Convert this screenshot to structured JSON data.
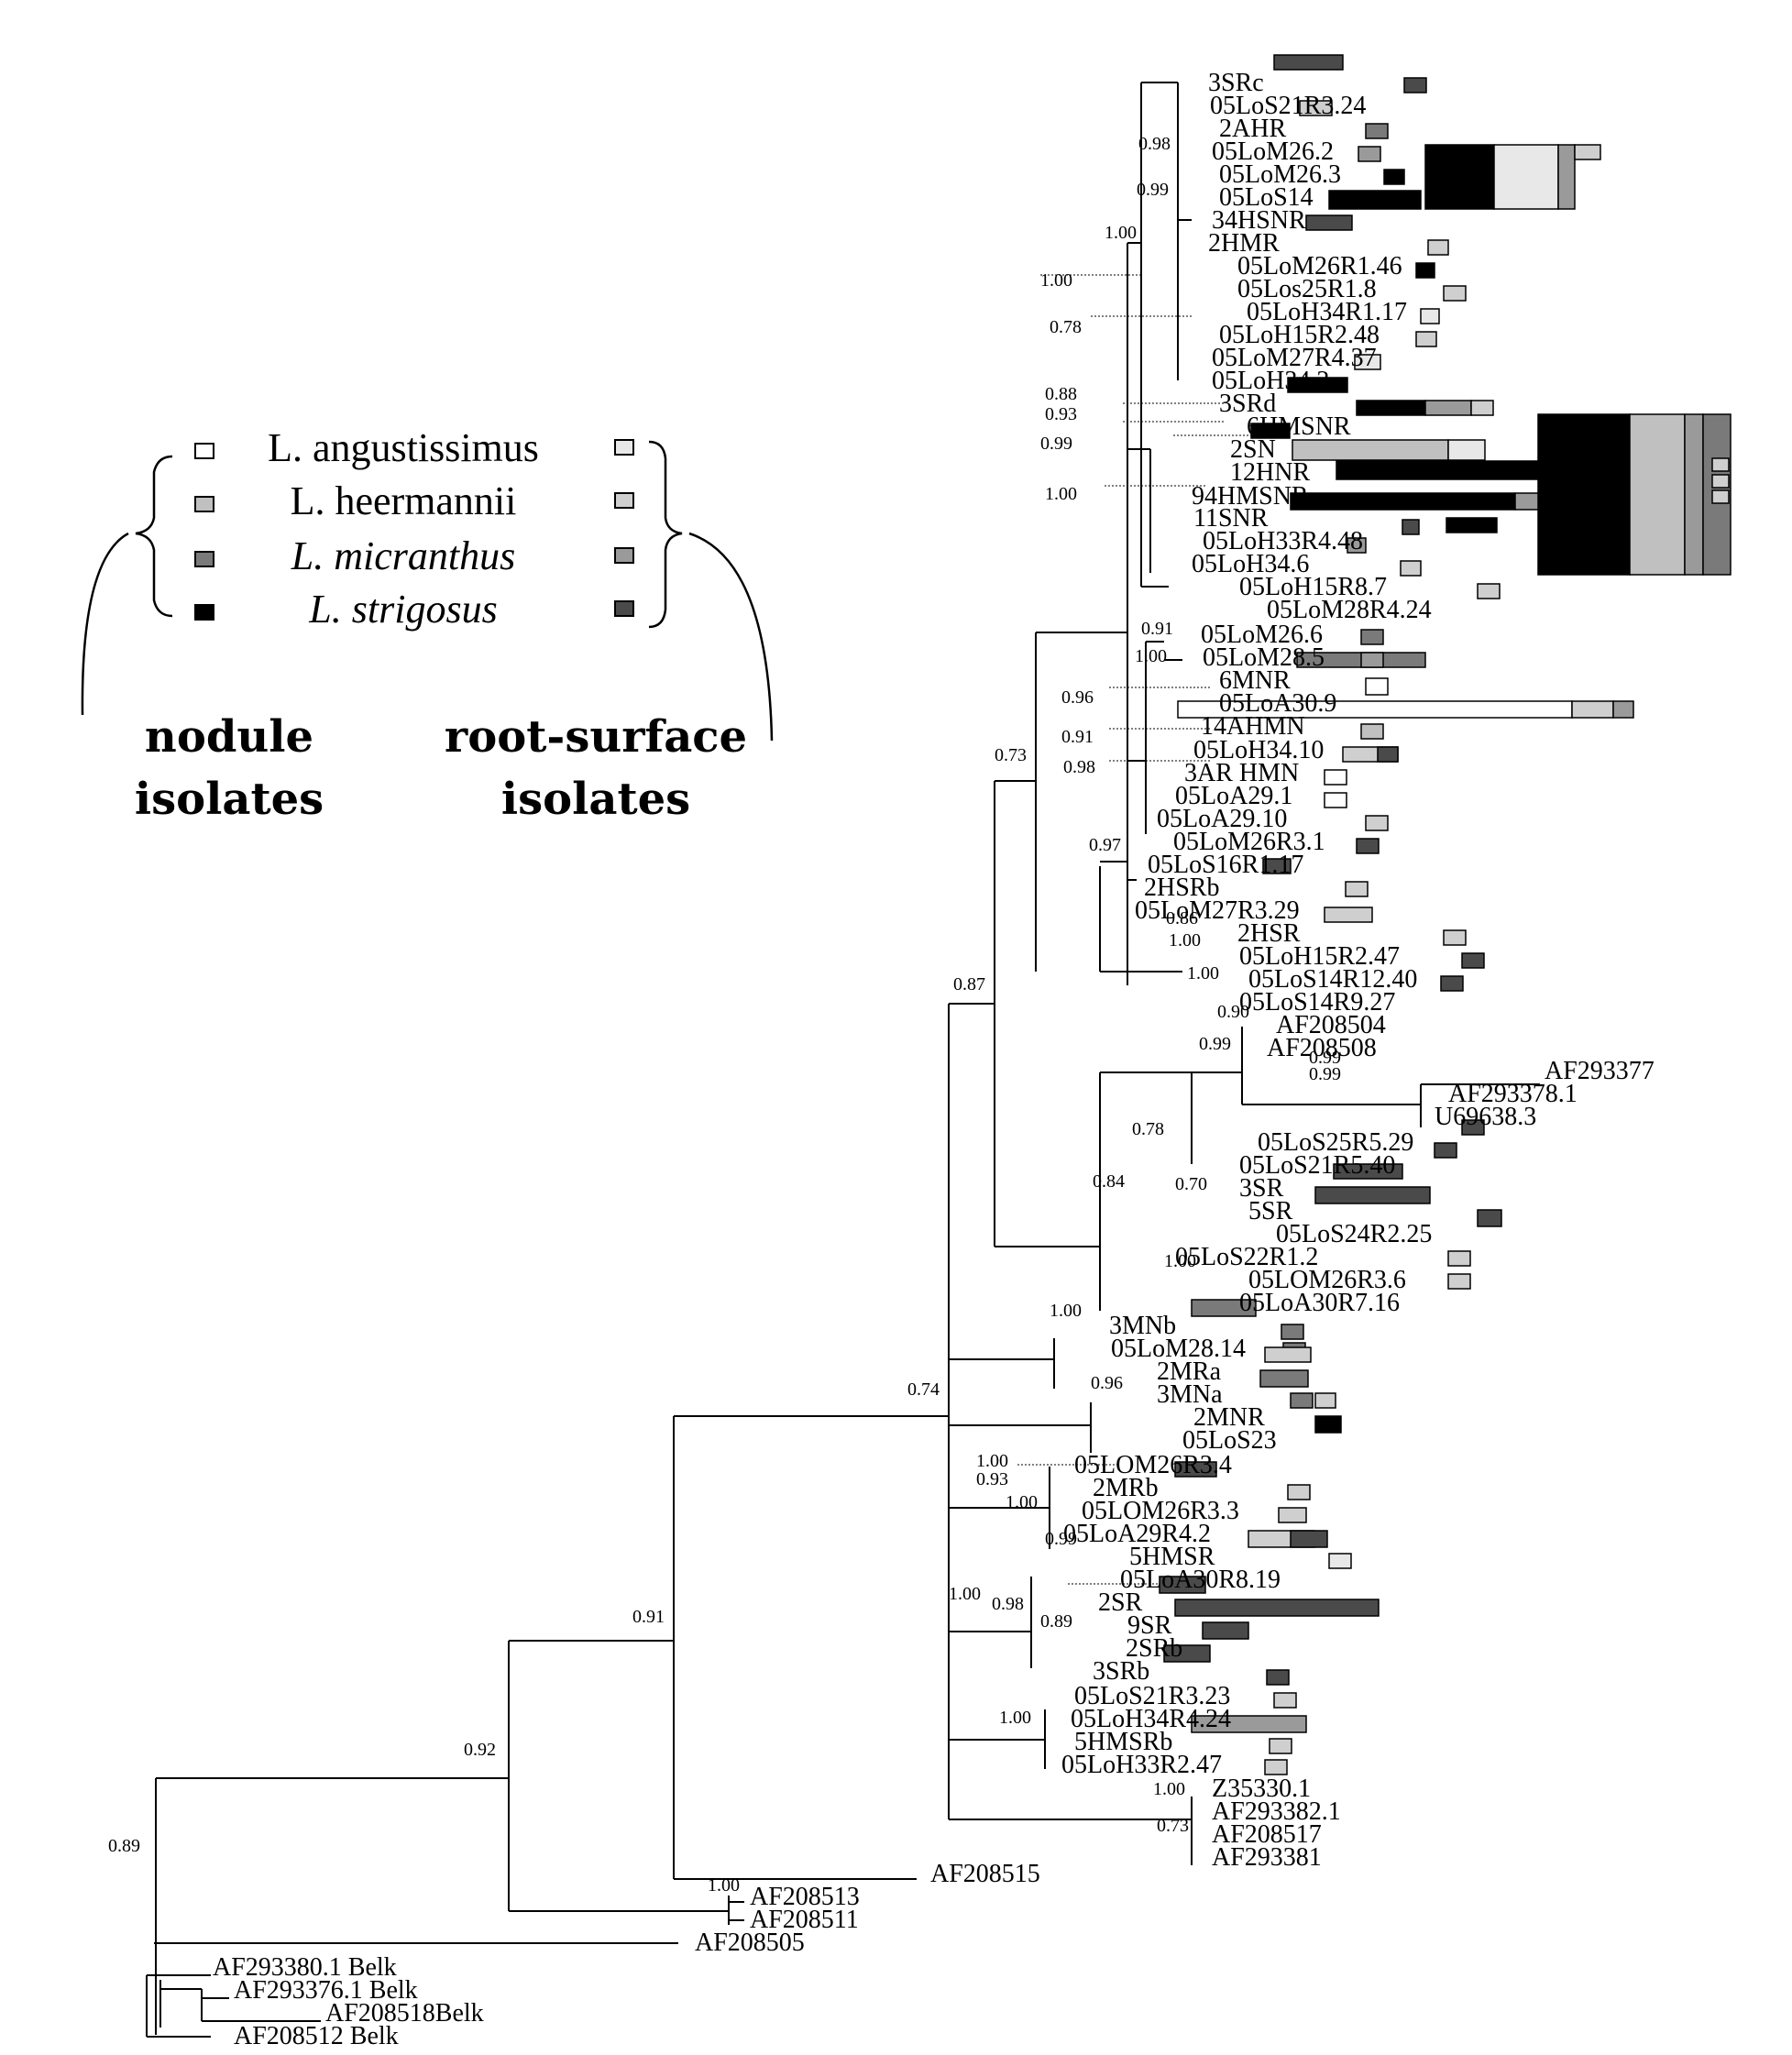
{
  "legend": {
    "entries": [
      {
        "label": "L. angustissimus",
        "nodule_color": "#ffffff",
        "surface_color": "#e8e8e8",
        "italic": false
      },
      {
        "label": "L. heermannii",
        "nodule_color": "#c0c0c0",
        "surface_color": "#cfcfcf",
        "italic": false
      },
      {
        "label": "L. micranthus",
        "nodule_color": "#7a7a7a",
        "surface_color": "#9a9a9a",
        "italic": true
      },
      {
        "label": "L. strigosus",
        "nodule_color": "#000000",
        "surface_color": "#4a4a4a",
        "italic": true
      }
    ],
    "nodule_caption": "nodule isolates",
    "surface_caption": "root-surface isolates"
  },
  "taxa": [
    "3SRc",
    "05LoS21R3.24",
    "2AHR",
    "05LoM26.2",
    "05LoM26.3",
    "05LoS14",
    "34HSNR",
    "2HMR",
    "05LoM26R1.46",
    "05Los25R1.8",
    "05LoH34R1.17",
    "05LoH15R2.48",
    "05LoM27R4.37",
    "05LoH34.2",
    "3SRd",
    "6HMSNR",
    "2SN",
    "12HNR",
    "94HMSNR",
    "11SNR",
    "05LoH33R4.48",
    "05LoH34.6",
    "05LoH15R8.7",
    "05LoM28R4.24",
    "05LoM26.6",
    "05LoM28.5",
    "6MNR",
    "05LoA30.9",
    "14AHMN",
    "05LoH34.10",
    "3AR HMN",
    "05LoA29.1",
    "05LoA29.10",
    "05LoM26R3.1",
    "05LoS16R1.17",
    "2HSRb",
    "05LoM27R3.29",
    "2HSR",
    "05LoH15R2.47",
    "05LoS14R12.40",
    "05LoS14R9.27",
    "AF208504",
    "AF208508",
    "AF293377",
    "AF293378.1",
    "U69638.3",
    "05LoS25R5.29",
    "05LoS21R5.40",
    "3SR",
    "5SR",
    "05LoS24R2.25",
    "05LoS22R1.2",
    "05LOM26R3.6",
    "05LoA30R7.16",
    "3MNb",
    "05LoM28.14",
    "2MRa",
    "3MNa",
    "2MNR",
    "05LoS23",
    "05LOM26R3.4",
    "2MRb",
    "05LOM26R3.3",
    "05LoA29R4.2",
    "5HMSR",
    "05LoA30R8.19",
    "2SR",
    "9SR",
    "2SRb",
    "3SRb",
    "05LoS21R3.23",
    "05LoH34R4.24",
    "5HMSRb",
    "05LoH33R2.47",
    "Z35330.1",
    "AF293382.1",
    "AF208517",
    "AF293381",
    "AF208515",
    "AF208513",
    "AF208511",
    "AF208505",
    "AF293380.1 Belk",
    "AF293376.1 Belk",
    "AF208518Belk",
    "AF208512 Belk"
  ],
  "support_values": [
    "0.98",
    "0.99",
    "1.00",
    "1.00",
    "0.78",
    "0.88",
    "0.93",
    "0.99",
    "1.00",
    "0.91",
    "1.00",
    "0.96",
    "0.91",
    "0.98",
    "0.73",
    "0.97",
    "0.86",
    "1.00",
    "1.00",
    "0.90",
    "0.87",
    "0.99",
    "0.99",
    "0.99",
    "0.78",
    "0.70",
    "0.84",
    "1.00",
    "1.00",
    "0.96",
    "0.74",
    "1.00",
    "0.93",
    "1.00",
    "0.99",
    "1.00",
    "0.98",
    "0.89",
    "1.00",
    "1.00",
    "0.73",
    "0.91",
    "0.92",
    "1.00",
    "0.89"
  ]
}
